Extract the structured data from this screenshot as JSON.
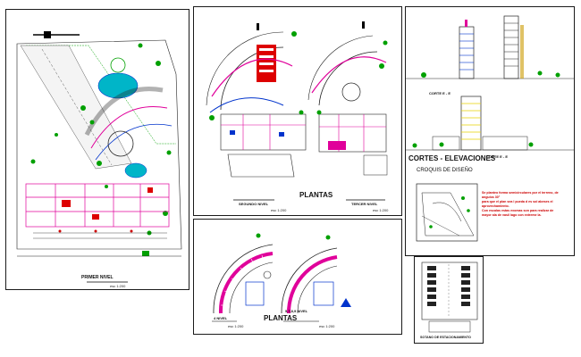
{
  "panels": {
    "primer_nivel": {
      "title": "PRIMER NIVEL",
      "scale": "esc 1:200"
    },
    "plantas_top": {
      "group_title": "PLANTAS",
      "segundo": {
        "title": "SEGUNDO NIVEL",
        "scale": "esc 1:200"
      },
      "tercero": {
        "title": "TERCER NIVEL",
        "scale": "esc 1:200"
      }
    },
    "plantas_bottom": {
      "group_title": "PLANTAS",
      "cuarto": {
        "title": "4 NIVEL",
        "scale": "esc 1:200"
      },
      "quinto": {
        "title": "5,7,8,9 NIVEL",
        "scale": "esc 1:200"
      }
    },
    "cortes": {
      "corte_label": "CORTE E - E",
      "corte_label2": "CORTE E - E",
      "title": "CORTES - ELEVACIONES",
      "croquis": "CROQUIS DE DISEÑO",
      "note_lines": [
        "Se planteo forma semicirculares por el terreno, de angulos 30°",
        "para que el plan sea l pueda d es sol abeses el",
        "aprovechamiento.",
        "Con escalas estas exomas son para realizar de",
        "mayor ala de vasil lago con extreme la."
      ]
    },
    "estacionamiento": {
      "title": "SOTANO DE ESTACIONAMIENTO"
    }
  },
  "colors": {
    "line": "#1a1a1a",
    "magenta": "#e0009a",
    "red": "#dd0000",
    "blue": "#0033cc",
    "green": "#00a000",
    "cyan": "#00b5c8",
    "yellow": "#e8d000"
  }
}
